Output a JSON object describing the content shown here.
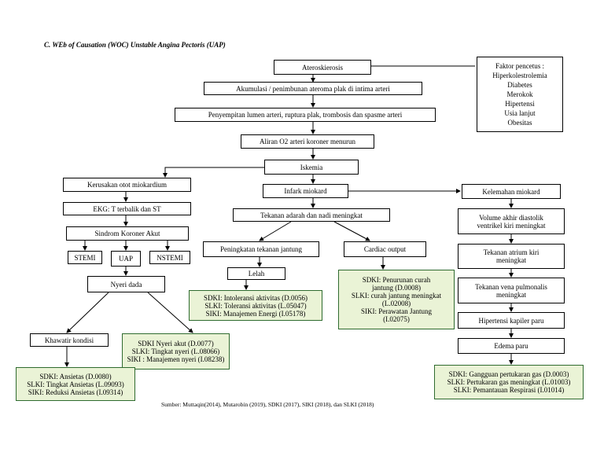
{
  "title": "C.  WEb of Causation (WOC) Unstable Angina Pectoris (UAP)",
  "nodes": {
    "aterosklerosis": "Ateroskierosis",
    "akumulasi": "Akumulasi / penimbunan ateroma plak di intima arteri",
    "penyempitan": "Penyempitan lumen arteri, ruptura plak, trombosis dan spasme arteri",
    "aliran": "Aliran O2 arteri koroner menurun",
    "iskemia": "Iskemia",
    "kerusakan": "Kerusakan otot miokardium",
    "ekg": "EKG: T terbalik dan ST",
    "sindrom": "Sindrom Koroner Akut",
    "stemi": "STEMI",
    "uap": "UAP",
    "nstemi": "NSTEMI",
    "nyeri": "Nyeri dada",
    "khawatir": "Khawatir kondisi",
    "infark": "Infark miokard",
    "tekanan_darah": "Tekanan adarah dan nadi meningkat",
    "peningkatan": "Peningkatan tekanan jantung",
    "lelah": "Lelah",
    "cardiac": "Cardiac output",
    "kelemahan": "Kelemahan miokard",
    "volume": [
      "Volume akhir diastolik",
      "ventrikel kiri meningkat"
    ],
    "atrium": [
      "Tekanan atrium kiri",
      "meningkat"
    ],
    "vena": [
      "Tekanan vena pulmonalis",
      "meningkat"
    ],
    "hipertensi": "Hipertensi kapiler paru",
    "edema": "Edema paru"
  },
  "faktor": [
    "Faktor pencetus :",
    "Hiperkolestrolemia",
    "Diabetes",
    "Merokok",
    "Hipertensi",
    "Usia lanjut",
    "Obesitas"
  ],
  "green_boxes": {
    "aktivitas": [
      "SDKI: Intoleransi aktivitas  (D.0056)",
      "SLKI: Toleransi aktivitas (L.05047)",
      "SIKI: Manajemen Energi (I.05178)"
    ],
    "curah": [
      "SDKI: Penurunan curah",
      "jantung (D.0008)",
      "SLKI: curah jantung meningkat",
      "(L.02008)",
      "SIKI: Perawatan Jantung",
      "(I.02075)"
    ],
    "nyeri": [
      "SDKI Nyeri akut (D.0077)",
      "SLKI: Tingkat nyeri (L.08066)",
      "SIKI : Manajemen nyeri (I.08238)"
    ],
    "ansietas": [
      "SDKI: Ansietas (D.0080)",
      "SLKI: Tingkat Ansietas (L.09093)",
      "SIKI: Reduksi Ansietas (I.09314)"
    ],
    "gas": [
      "SDKI: Gangguan pertukaran gas (D.0003)",
      "SLKI: Pertukaran gas meningkat (L.01003)",
      "SLKI: Pemantauan Respirasi (I.01014)"
    ]
  },
  "source": "Sumber: Muttaqin(2014), Mutarobin (2019), SDKI (2017), SIKI (2018), dan SLKI (2018)",
  "colors": {
    "green_fill": "#eaf3d6",
    "green_border": "#2f6b2f",
    "line": "#000000"
  }
}
